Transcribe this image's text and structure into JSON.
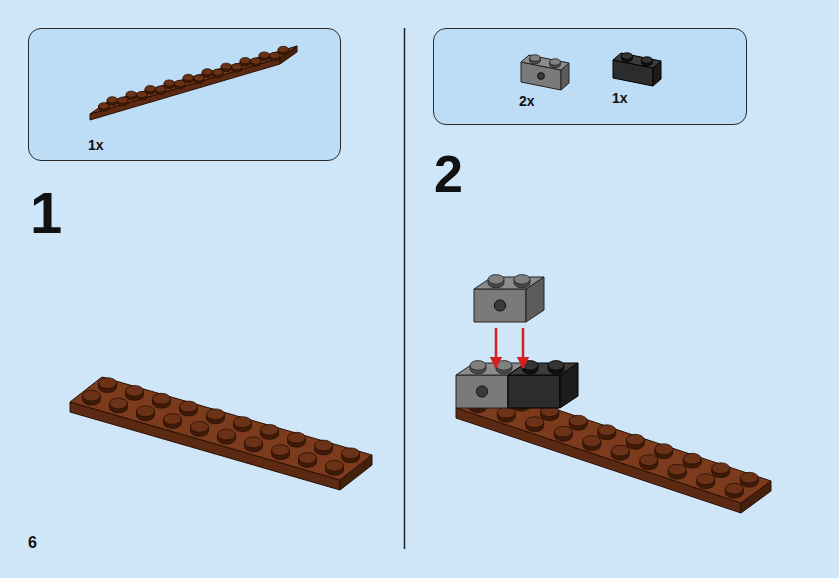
{
  "diagram": {
    "nodes": [
      {
        "text": [
          "1x"
        ]
      },
      {
        "text": [
          "2x",
          "1x"
        ]
      }
    ],
    "labels": [
      "1",
      "2",
      "6"
    ]
  }
}
